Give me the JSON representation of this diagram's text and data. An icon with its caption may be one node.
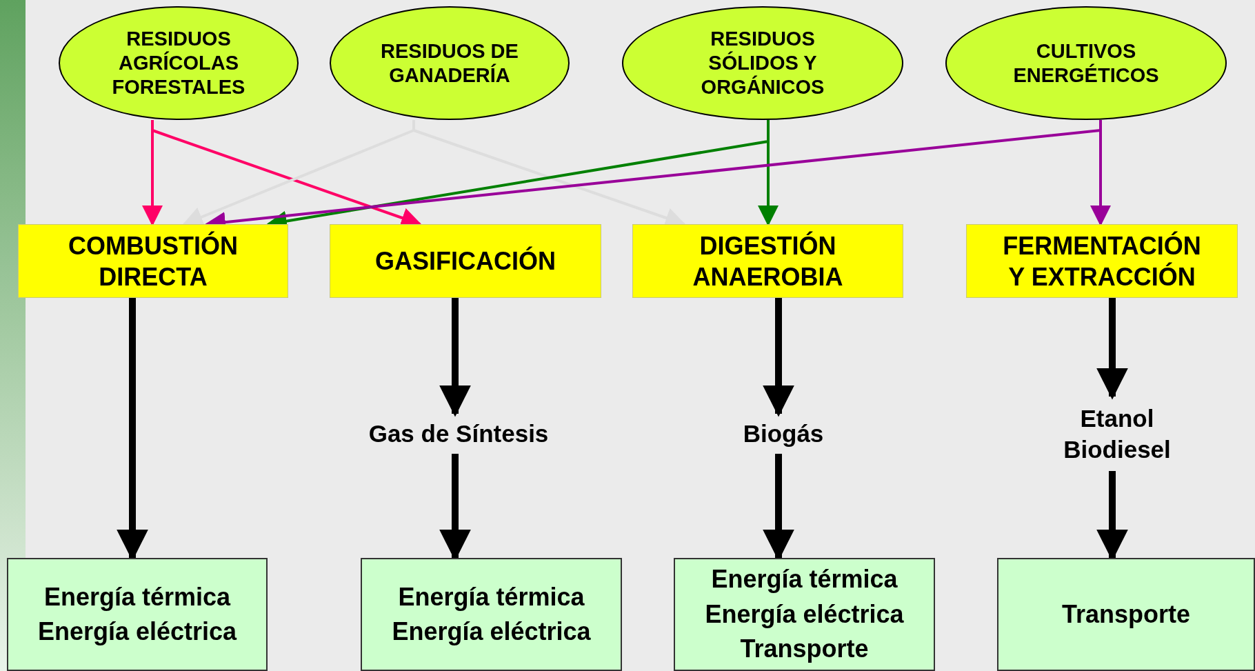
{
  "diagram": {
    "nodes": [
      {
        "text": [
          "RESIDUOS AGRÍCOLAS FORESTALES"
        ]
      },
      {
        "text": [
          "RESIDUOS DE GANADERÍA"
        ]
      },
      {
        "text": [
          "RESIDUOS SÓLIDOS Y ORGÁNICOS"
        ]
      },
      {
        "text": [
          "CULTIVOS ENERGÉTICOS"
        ]
      },
      {
        "text": [
          "COMBUSTIÓN DIRECTA"
        ]
      },
      {
        "text": [
          "GASIFICACIÓN"
        ]
      },
      {
        "text": [
          "DIGESTIÓN ANAEROBIA"
        ]
      },
      {
        "text": [
          "FERMENTACIÓN Y EXTRACCIÓN"
        ]
      },
      {
        "text": [
          "Gas de Síntesis"
        ]
      },
      {
        "text": [
          "Biogás"
        ]
      },
      {
        "text": [
          "Etanol",
          "Biodiesel"
        ]
      },
      {
        "text": [
          "Energía térmica",
          "Energía eléctrica"
        ]
      },
      {
        "text": [
          "Energía térmica",
          "Energía eléctrica"
        ]
      },
      {
        "text": [
          "Energía térmica",
          "Energía eléctrica",
          "Transporte"
        ]
      },
      {
        "text": [
          "Transporte"
        ]
      }
    ],
    "edges": [
      {
        "from": 0,
        "to": 4,
        "arrow": "to",
        "color": "#ff0066"
      },
      {
        "from": 0,
        "to": 5,
        "arrow": "to",
        "color": "#ff0066"
      },
      {
        "from": 1,
        "to": 4,
        "arrow": "to",
        "color": "#dddddd"
      },
      {
        "from": 1,
        "to": 6,
        "arrow": "to",
        "color": "#dddddd"
      },
      {
        "from": 2,
        "to": 6,
        "arrow": "to",
        "color": "#008000"
      },
      {
        "from": 2,
        "to": 4,
        "arrow": "to",
        "color": "#008000"
      },
      {
        "from": 3,
        "to": 7,
        "arrow": "to",
        "color": "#990099"
      },
      {
        "from": 3,
        "to": 4,
        "arrow": "to",
        "color": "#990099"
      },
      {
        "from": 4,
        "to": 11,
        "arrow": "to",
        "style": "thick"
      },
      {
        "from": 5,
        "to": 8,
        "arrow": "to",
        "style": "thick"
      },
      {
        "from": 8,
        "to": 12,
        "arrow": "to",
        "style": "thick"
      },
      {
        "from": 6,
        "to": 9,
        "arrow": "to",
        "style": "thick"
      },
      {
        "from": 9,
        "to": 13,
        "arrow": "to",
        "style": "thick"
      },
      {
        "from": 7,
        "to": 10,
        "arrow": "to",
        "style": "thick"
      },
      {
        "from": 10,
        "to": 14,
        "arrow": "to",
        "style": "thick"
      }
    ]
  }
}
